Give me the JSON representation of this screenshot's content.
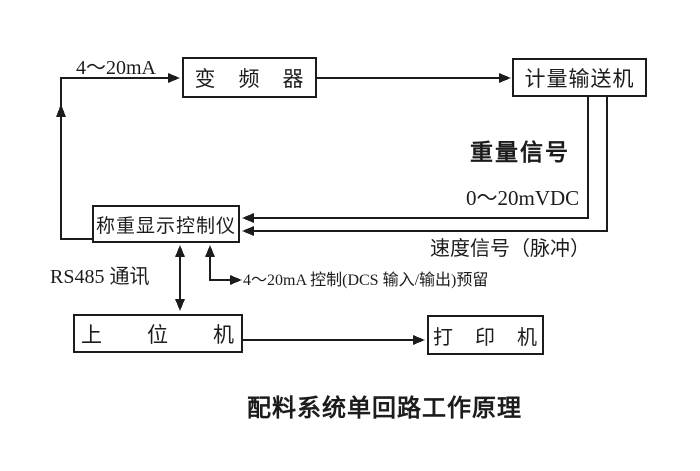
{
  "diagram": {
    "title": "配料系统单回路工作原理",
    "nodes": {
      "inverter": "变　频　器",
      "conveyor": "计量输送机",
      "controller": "称重显示控制仪",
      "host": "上　　位　　机",
      "printer": "打　印　机"
    },
    "labels": {
      "current_loop": "4～20mA",
      "weight_signal": "重量信号",
      "weight_range": "0～20mVDC",
      "speed_signal": "速度信号（脉冲）",
      "rs485": "RS485 通讯",
      "dcs_reserved": "4～20mA 控制(DCS 输入/输出)预留"
    },
    "colors": {
      "line": "#1c1c1c",
      "background": "#ffffff"
    }
  }
}
